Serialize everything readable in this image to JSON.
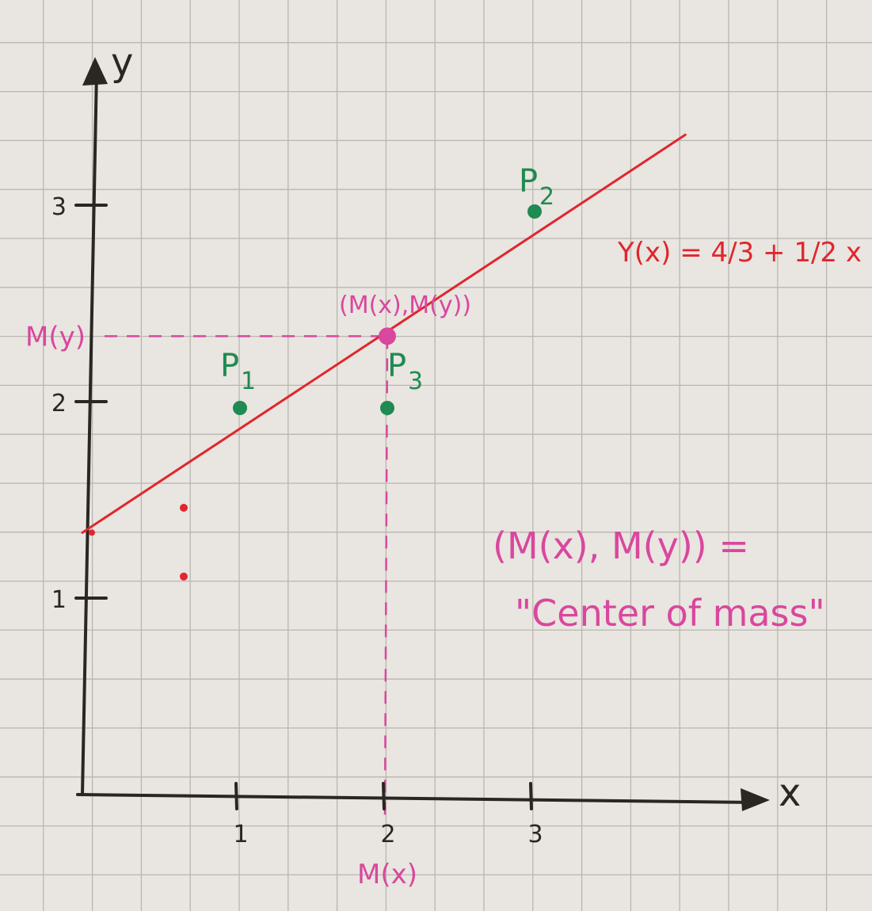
{
  "diagram": {
    "axes": {
      "x_label": "x",
      "y_label": "y",
      "x_ticks": [
        "1",
        "2",
        "3"
      ],
      "y_ticks": [
        "1",
        "2",
        "3"
      ]
    },
    "points": [
      {
        "label": "P",
        "subscript": "1",
        "x": 1,
        "y": 2
      },
      {
        "label": "P",
        "subscript": "2",
        "x": 3,
        "y": 3
      },
      {
        "label": "P",
        "subscript": "3",
        "x": 2,
        "y": 2
      }
    ],
    "line": {
      "equation_label": "Y(x) = 4/3 + 1/2 x",
      "intercept": 1.3333,
      "slope": 0.5
    },
    "center_of_mass": {
      "x": 2,
      "y": 2.3333,
      "point_label": "(M(x),M(y))",
      "x_axis_label": "M(x)",
      "y_axis_label": "M(y)",
      "note_line1": "(M(x), M(y)) =",
      "note_line2": "\"Center of mass\""
    },
    "extra_marks": [
      {
        "x": 0.5,
        "y": 1.5
      },
      {
        "x": 0.5,
        "y": 1.15
      }
    ],
    "colors": {
      "axes": "#2a2622",
      "line": "#e0262e",
      "points": "#1f8a52",
      "center_of_mass": "#d9479e",
      "grid": "#b9b6b2",
      "paper": "#e9e5e0"
    }
  }
}
